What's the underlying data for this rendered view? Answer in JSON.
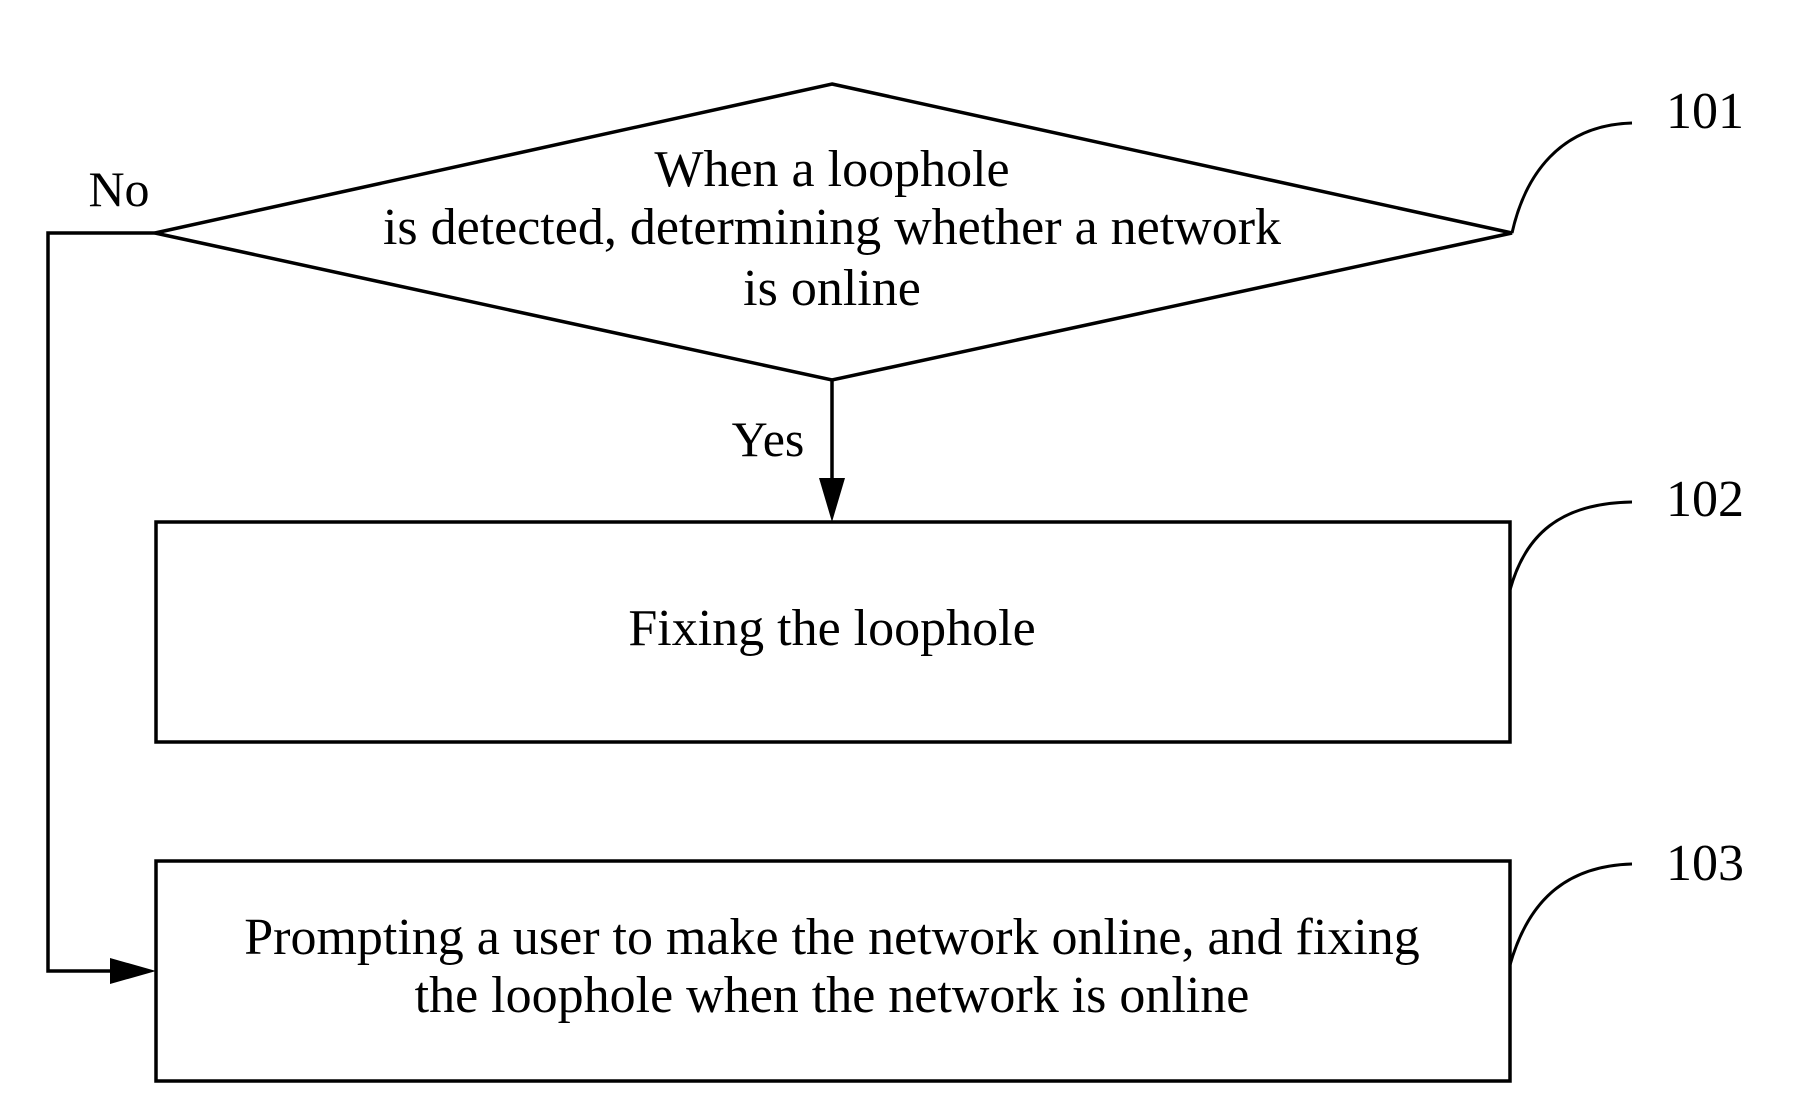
{
  "diagram": {
    "decision_101": {
      "lines": [
        "When a loophole",
        "is detected, determining whether a network",
        "is online"
      ],
      "ref": "101"
    },
    "step_102": {
      "lines": [
        "Fixing the loophole"
      ],
      "ref": "102"
    },
    "step_103": {
      "lines": [
        "Prompting a user to make the network online, and fixing",
        "the loophole when the network is online"
      ],
      "ref": "103"
    },
    "edges": {
      "yes_label": "Yes",
      "no_label": "No"
    }
  }
}
